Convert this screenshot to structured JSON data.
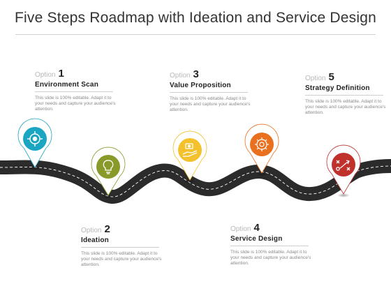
{
  "title": "Five Steps Roadmap with Ideation and Service Design",
  "colors": {
    "road": "#2b2b2b",
    "dash": "#ffffff",
    "step1": "#1aa5c2",
    "step2": "#8a9a2a",
    "step3": "#f2c12c",
    "step4": "#e8701e",
    "step5": "#c0312b"
  },
  "steps": [
    {
      "option": "Option",
      "number": "1",
      "heading": "Environment Scan",
      "description": "This slide is 100% editable. Adapt it to your needs and capture your audience's attention.",
      "icon": "target-icon"
    },
    {
      "option": "Option",
      "number": "2",
      "heading": "Ideation",
      "description": "This slide is 100% editable. Adapt it to your needs and capture your audience's attention.",
      "icon": "lightbulb-icon"
    },
    {
      "option": "Option",
      "number": "3",
      "heading": "Value Proposition",
      "description": "This slide is 100% editable. Adapt it to your needs and capture your audience's attention.",
      "icon": "hand-money-icon"
    },
    {
      "option": "Option",
      "number": "4",
      "heading": "Service Design",
      "description": "This slide is 100% editable. Adapt it to your needs and capture your audience's attention.",
      "icon": "gear-brain-icon"
    },
    {
      "option": "Option",
      "number": "5",
      "heading": "Strategy Definition",
      "description": "This slide is 100% editable. Adapt it to your needs and capture your audience's attention.",
      "icon": "strategy-icon"
    }
  ]
}
